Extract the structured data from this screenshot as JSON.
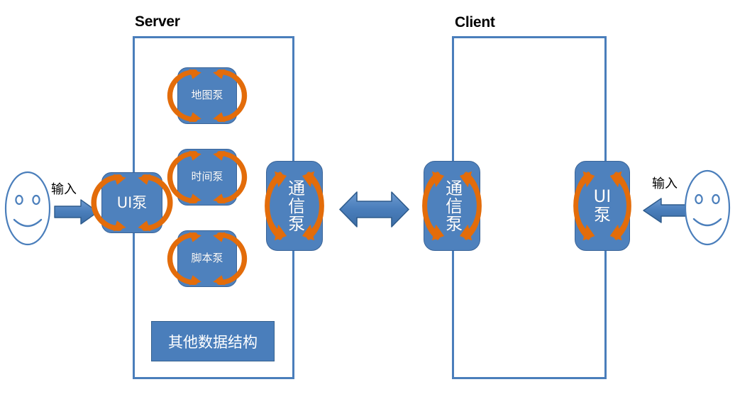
{
  "diagram": {
    "title_server": "Server",
    "title_client": "Client",
    "server_components": {
      "ui_pump": "UI泵",
      "map_pump": "地图泵",
      "time_pump": "时间泵",
      "script_pump": "脚本泵",
      "comm_pump": "通信泵",
      "other_data": "其他数据结构"
    },
    "client_components": {
      "comm_pump": "通信泵",
      "ui_pump_line1": "UI",
      "ui_pump_line2": "泵"
    },
    "labels": {
      "input_left": "输入",
      "input_right": "输入"
    },
    "icons": {
      "face_left": "smiley-face-icon",
      "face_right": "smiley-face-icon",
      "arrow_left": "right-block-arrow-icon",
      "arrow_right": "left-block-arrow-icon",
      "arrow_center": "double-headed-block-arrow-icon",
      "cycle": "circular-arrows-icon"
    },
    "colors": {
      "pump_fill": "#4E81BD",
      "pump_stroke": "#3A6498",
      "container_stroke": "#4A7EBB",
      "cycle_arrow": "#E36C0A",
      "arrow_fill": "#4A7EBB",
      "arrow_stroke": "#2E5B8C",
      "face_stroke": "#4A7EBB",
      "text_light": "#FFFFFF",
      "text_dark": "#000000"
    }
  }
}
